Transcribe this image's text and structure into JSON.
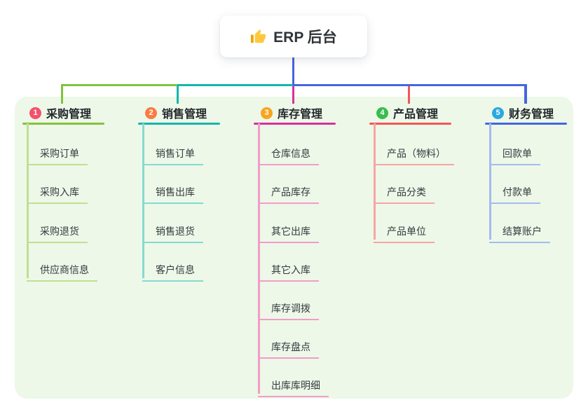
{
  "root": {
    "label": "ERP 后台",
    "icon": "thumbs-up-icon"
  },
  "branches": [
    {
      "index": "1",
      "label": "采购管理",
      "badge_color": "#F4516C",
      "line_color": "#83C23F",
      "light_line_color": "#BEE093",
      "children": [
        "采购订单",
        "采购入库",
        "采购退货",
        "供应商信息"
      ]
    },
    {
      "index": "2",
      "label": "销售管理",
      "badge_color": "#F97C44",
      "line_color": "#14B7AD",
      "light_line_color": "#86D9D2",
      "children": [
        "销售订单",
        "销售出库",
        "销售退货",
        "客户信息"
      ]
    },
    {
      "index": "3",
      "label": "库存管理",
      "badge_color": "#F7A51D",
      "line_color": "#DA2F9B",
      "light_line_color": "#F29CC9",
      "children": [
        "仓库信息",
        "产品库存",
        "其它出库",
        "其它入库",
        "库存调拨",
        "库存盘点",
        "出库库明细"
      ]
    },
    {
      "index": "4",
      "label": "产品管理",
      "badge_color": "#39BD4F",
      "line_color": "#F25757",
      "light_line_color": "#F8A4A4",
      "children": [
        "产品（物料）",
        "产品分类",
        "产品单位"
      ]
    },
    {
      "index": "5",
      "label": "财务管理",
      "badge_color": "#29A9E1",
      "line_color": "#4566E0",
      "light_line_color": "#A6BBEF",
      "children": [
        "回款单",
        "付款单",
        "结算账户"
      ]
    }
  ],
  "colors": {
    "canvas_background": "#EDF8E8",
    "page_background": "#FFFFFF",
    "root_connector": "#4566E0",
    "header_text": "#24272C",
    "child_text": "#363A40",
    "root_text": "#2F3338",
    "thumb_icon_yellow": "#FFC83D"
  }
}
